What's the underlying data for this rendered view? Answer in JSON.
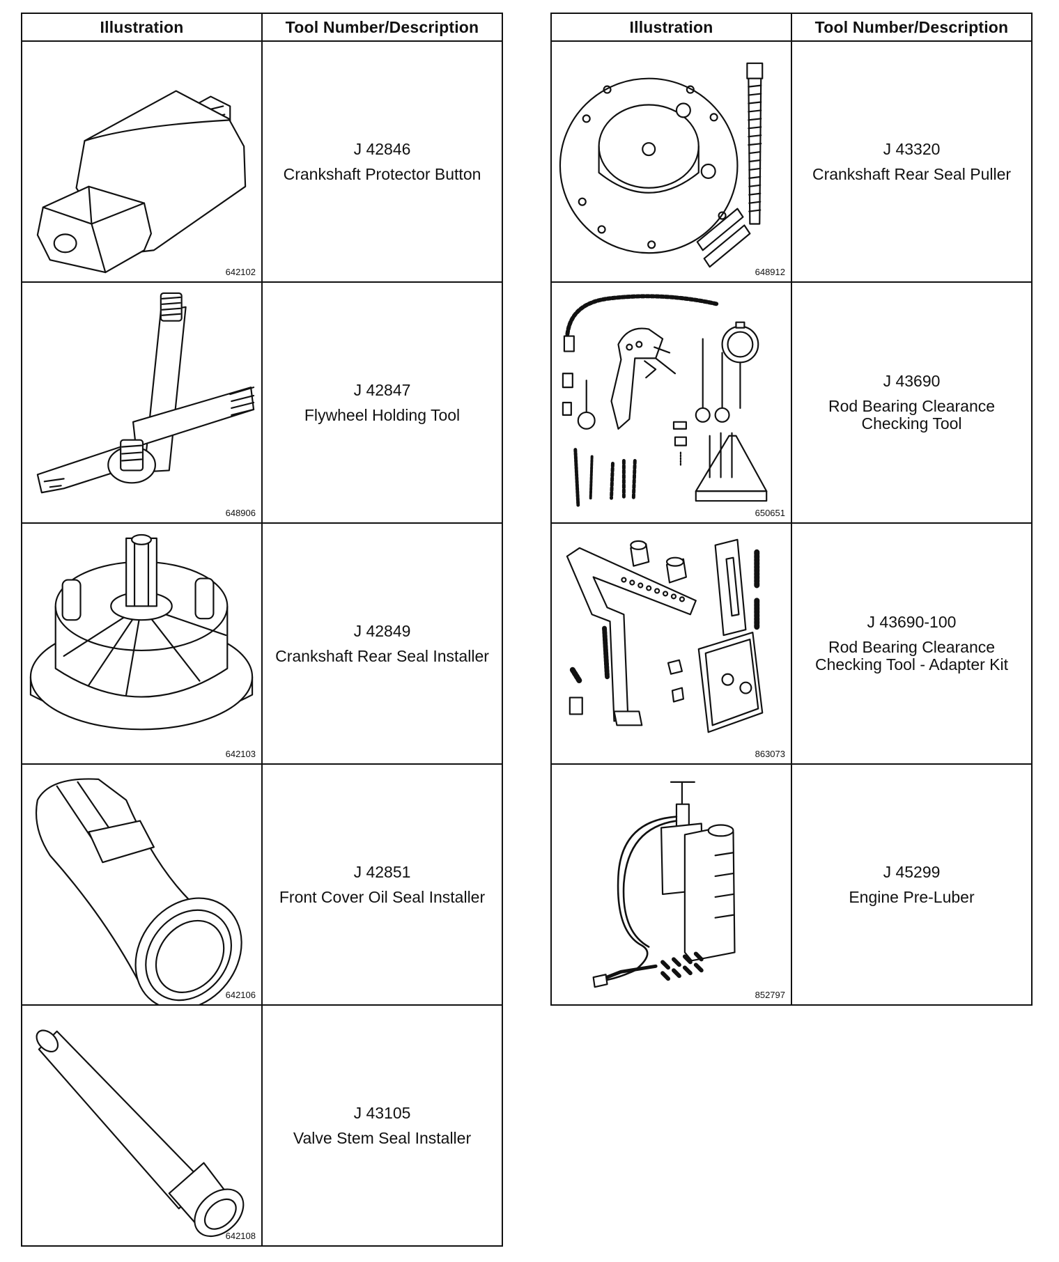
{
  "headers": {
    "illustration": "Illustration",
    "tool": "Tool Number/Description"
  },
  "left_tools": [
    {
      "figure_code": "642102",
      "tool_number": "J 42846",
      "description": "Crankshaft Protector Button"
    },
    {
      "figure_code": "648906",
      "tool_number": "J 42847",
      "description": "Flywheel Holding Tool"
    },
    {
      "figure_code": "642103",
      "tool_number": "J 42849",
      "description": "Crankshaft Rear Seal Installer"
    },
    {
      "figure_code": "642106",
      "tool_number": "J 42851",
      "description": "Front Cover Oil Seal Installer"
    },
    {
      "figure_code": "642108",
      "tool_number": "J 43105",
      "description": "Valve Stem Seal Installer"
    }
  ],
  "right_tools": [
    {
      "figure_code": "648912",
      "tool_number": "J 43320",
      "description": "Crankshaft Rear Seal Puller"
    },
    {
      "figure_code": "650651",
      "tool_number": "J 43690",
      "description": "Rod Bearing Clearance Checking Tool"
    },
    {
      "figure_code": "863073",
      "tool_number": "J 43690-100",
      "description": "Rod Bearing Clearance Checking Tool - Adapter Kit"
    },
    {
      "figure_code": "852797",
      "tool_number": "J 45299",
      "description": "Engine Pre-Luber"
    }
  ]
}
